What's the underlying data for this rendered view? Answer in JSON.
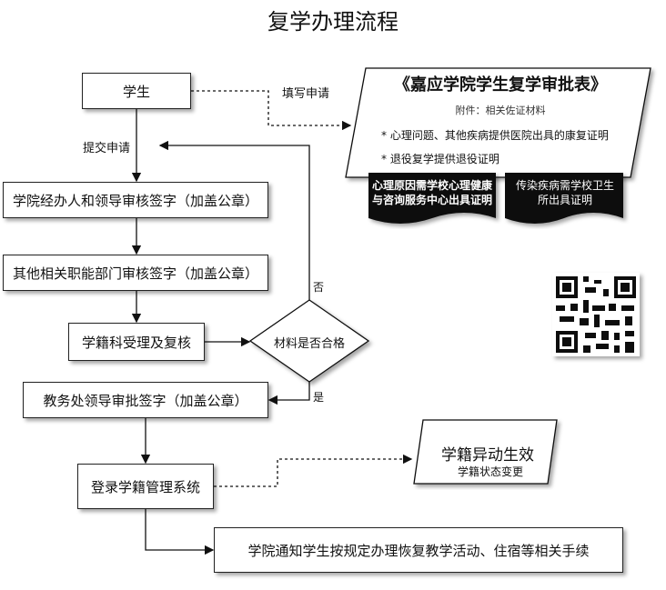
{
  "title": "复学办理流程",
  "nodes": {
    "student": "学生",
    "college_review": "学院经办人和领导审核签字（加盖公章）",
    "dept_review": "其他相关职能部门审核签字（加盖公章）",
    "registry_review": "学籍科受理及复核",
    "decision": "材料是否合格",
    "academic_affairs": "教务处领导审批签字（加盖公章）",
    "system_login": "登录学籍管理系统",
    "effective_title": "学籍异动生效",
    "effective_sub": "学籍状态变更",
    "notify": "学院通知学生按规定办理恢复教学活动、住宿等相关手续"
  },
  "labels": {
    "submit": "提交申请",
    "fill": "填写申请",
    "no": "否",
    "yes": "是"
  },
  "form": {
    "title": "《嘉应学院学生复学审批表》",
    "attachment": "附件：相关佐证材料",
    "items": [
      "*  心理问题、其他疾病提供医院出具的康复证明",
      "*  退役复学提供退役证明"
    ],
    "doc1": "心理原因需学校心理健康与咨询服务中心出具证明",
    "doc2": "传染疾病需学校卫生所出具证明"
  }
}
